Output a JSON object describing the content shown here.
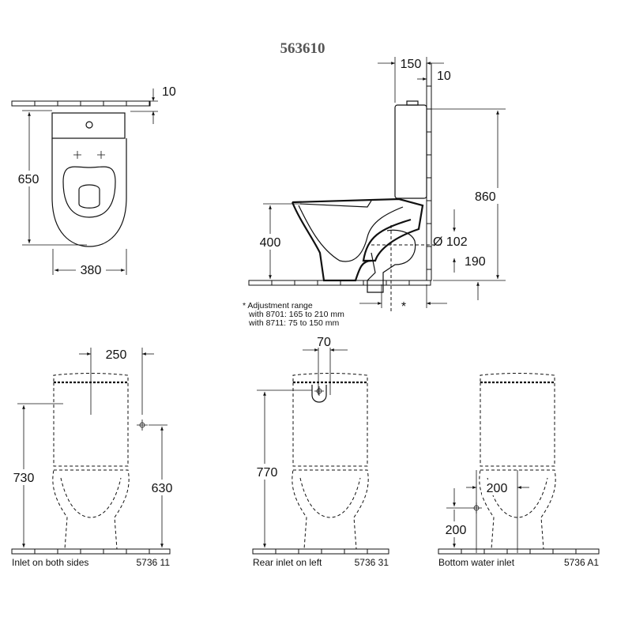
{
  "title": "563610",
  "top_view": {
    "dim_wall_gap": "10",
    "dim_length": "650",
    "dim_width": "380"
  },
  "side_view": {
    "dim_tank_depth": "150",
    "dim_wall_gap": "10",
    "dim_total_height": "860",
    "dim_seat_height": "400",
    "dim_outlet_diameter": "Ø 102",
    "dim_outlet_height": "190",
    "asterisk": "*"
  },
  "footnote": {
    "line1": "* Adjustment range",
    "line2": "with 8701: 165 to 210 mm",
    "line3": "with 8711:   75 to 150 mm"
  },
  "front_views": [
    {
      "label": "Inlet on both sides",
      "code": "5736 11",
      "dim_a": "250",
      "dim_b": "730",
      "dim_c": "630"
    },
    {
      "label": "Rear inlet on left",
      "code": "5736 31",
      "dim_a": "70",
      "dim_b": "770"
    },
    {
      "label": "Bottom water inlet",
      "code": "5736 A1",
      "dim_a": "200",
      "dim_b": "200"
    }
  ]
}
